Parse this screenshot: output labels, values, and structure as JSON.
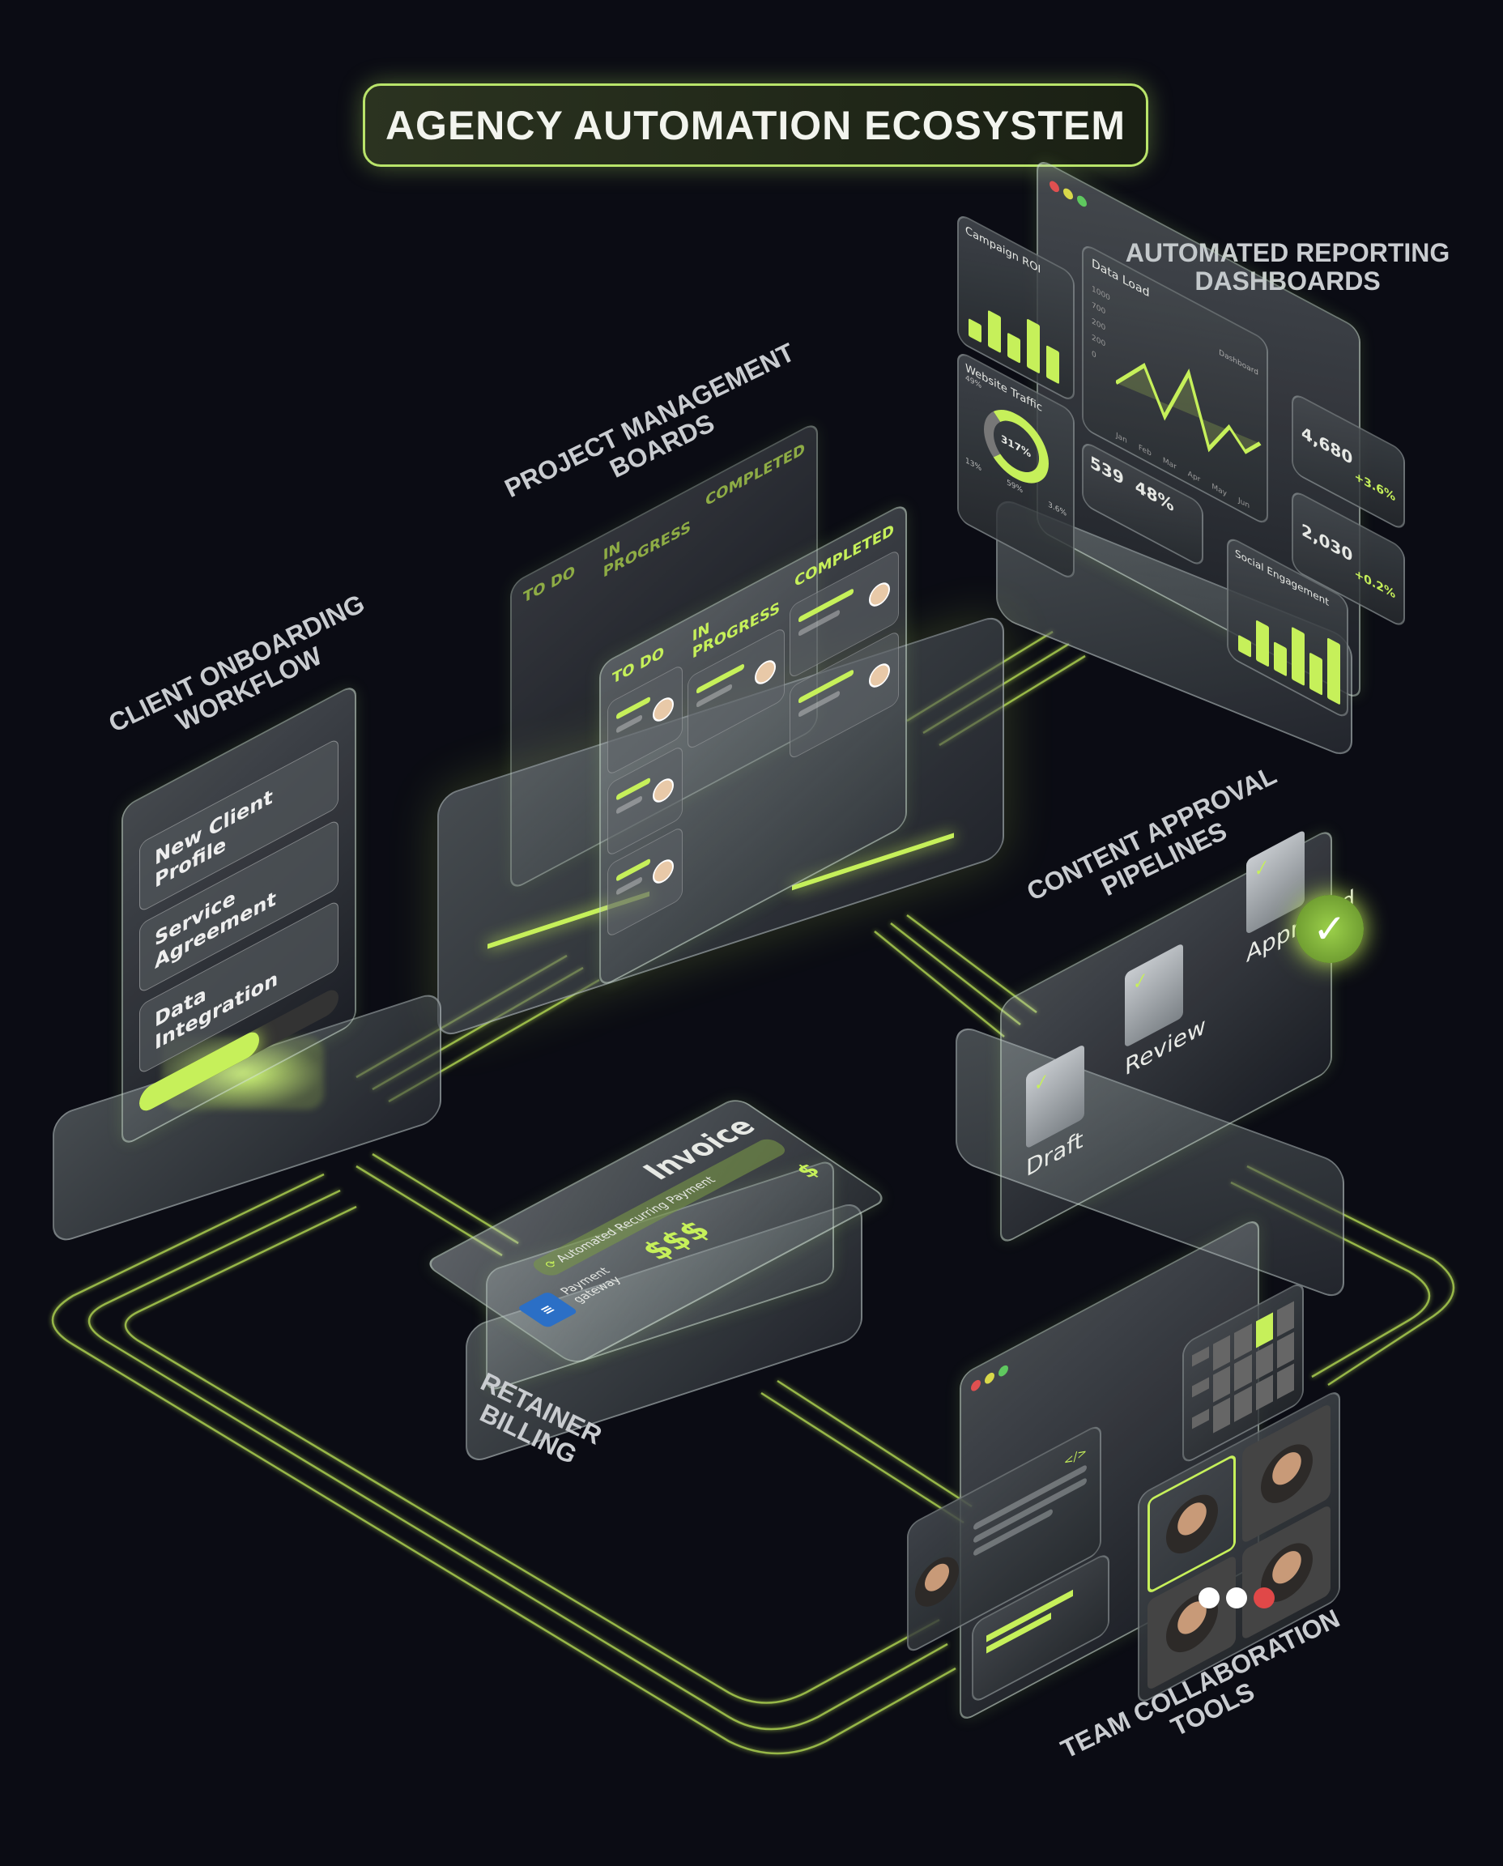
{
  "title": "AGENCY AUTOMATION ECOSYSTEM",
  "colors": {
    "background": "#0b0c14",
    "accent": "#c6f05a",
    "glass": "#9aa3a3"
  },
  "dashboards": {
    "label_line1": "AUTOMATED REPORTING",
    "label_line2": "DASHBOARDS",
    "campaign_roi": {
      "title": "Campaign ROI"
    },
    "website_traffic": {
      "title": "Website Traffic",
      "center": "317%",
      "pct_a": "49%",
      "pct_b": "59%",
      "pct_c": "13%",
      "pct_d": "3.6%"
    },
    "main_chart": {
      "title": "Data Load",
      "yticks": [
        "1000",
        "700",
        "200",
        "200",
        "0"
      ],
      "xticks": [
        "Jan",
        "Feb",
        "Mar",
        "Apr",
        "May",
        "Jun"
      ],
      "legend": "Dashboard"
    },
    "mini_a": {
      "value": "539"
    },
    "mini_b": {
      "value": "48%"
    },
    "stat_1": {
      "value": "4,680",
      "change": "+3.6%"
    },
    "stat_2": {
      "value": "2,030",
      "change": "+0.2%"
    },
    "social": {
      "title": "Social Engagement"
    }
  },
  "pm": {
    "label_line1": "PROJECT MANAGEMENT",
    "label_line2": "BOARDS",
    "columns": [
      "TO DO",
      "IN PROGRESS",
      "COMPLETED"
    ],
    "back_columns": [
      "TO DO",
      "IN PROGRESS",
      "COMPLETED"
    ]
  },
  "onboarding": {
    "label_line1": "CLIENT ONBOARDING",
    "label_line2": "WORKFLOW",
    "steps": [
      "New Client Profile",
      "Service Agreement",
      "Data Integration"
    ],
    "progress": 0.6
  },
  "approval": {
    "label_line1": "CONTENT APPROVAL",
    "label_line2": "PIPELINES",
    "stages": [
      "Draft",
      "Review",
      "Approved"
    ],
    "check_icon": "check-circle-icon"
  },
  "billing": {
    "label_line1": "RETAINER",
    "label_line2": "BILLING",
    "invoice_title": "Invoice",
    "recurring": "Automated Recurring Payment",
    "gateway_line1": "Payment",
    "gateway_line2": "gateway",
    "dollar": "$",
    "dollars": "$$$"
  },
  "team": {
    "label_line1": "TEAM COLLABORATION",
    "label_line2": "TOOLS",
    "code_icon": "</>"
  }
}
